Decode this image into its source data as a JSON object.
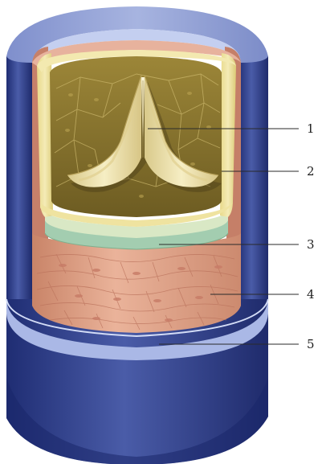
{
  "figure": {
    "callouts": [
      {
        "number": "1"
      },
      {
        "number": "2"
      },
      {
        "number": "3"
      },
      {
        "number": "4"
      },
      {
        "number": "5"
      }
    ]
  },
  "colors": {
    "tunica_externa": "#3d4f9a",
    "tunica_externa_rim": "#aebde6",
    "tunica_media": "#e3a98a",
    "internal_elastic_lamina": "#a9d3b4",
    "endothelium": "#e9dc90",
    "lumen": "#8f7a34",
    "valve": "#f1e7ad",
    "background": "#ffffff"
  }
}
